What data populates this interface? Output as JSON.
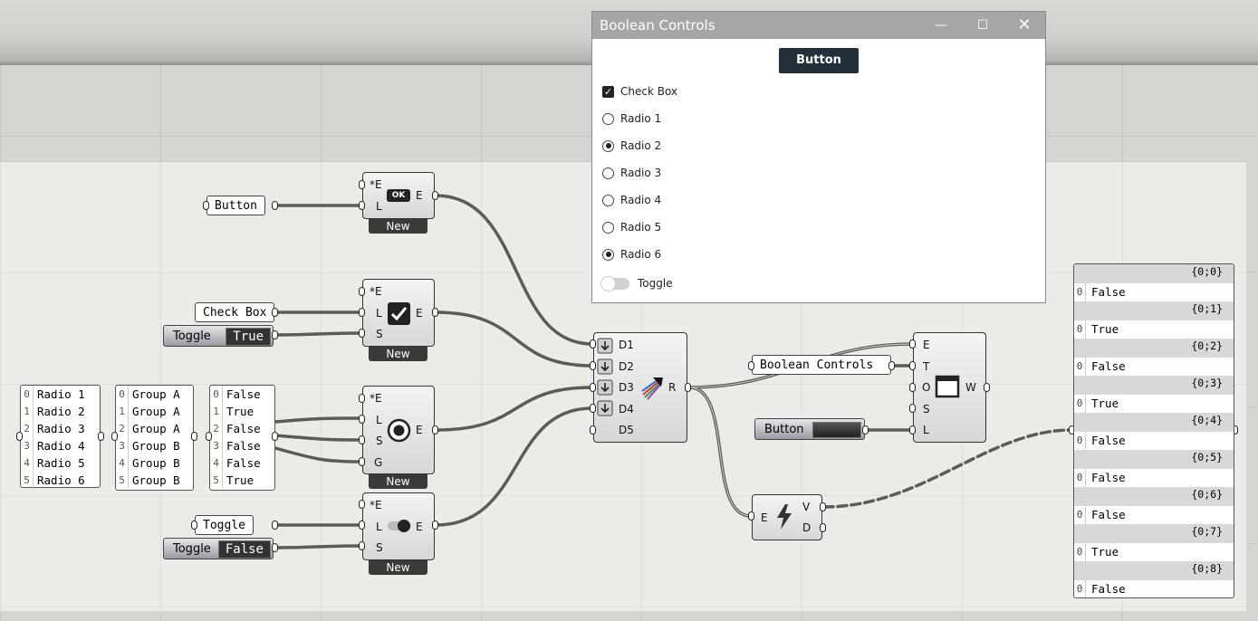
{
  "window": {
    "title": "Boolean Controls",
    "button_label": "Button",
    "checkbox_label": "Check Box",
    "radios": [
      {
        "label": "Radio 1",
        "checked": false
      },
      {
        "label": "Radio 2",
        "checked": true
      },
      {
        "label": "Radio 3",
        "checked": false
      },
      {
        "label": "Radio 4",
        "checked": false
      },
      {
        "label": "Radio 5",
        "checked": false
      },
      {
        "label": "Radio 6",
        "checked": true
      }
    ],
    "toggle_label": "Toggle"
  },
  "inputs": {
    "button_panel": "Button",
    "checkbox_panel": "Check Box",
    "toggle_panel": "Toggle",
    "toggle1": {
      "label": "Toggle",
      "value": "True"
    },
    "toggle2": {
      "label": "Toggle",
      "value": "False"
    },
    "radio_names": [
      "Radio 1",
      "Radio 2",
      "Radio 3",
      "Radio 4",
      "Radio 5",
      "Radio 6"
    ],
    "groups": [
      "Group A",
      "Group A",
      "Group A",
      "Group B",
      "Group B",
      "Group B"
    ],
    "states": [
      "False",
      "True",
      "False",
      "False",
      "False",
      "True"
    ],
    "indices": [
      "0",
      "1",
      "2",
      "3",
      "4",
      "5"
    ],
    "title_panel": "Boolean Controls",
    "button_toggle_label": "Button"
  },
  "components": {
    "new_label": "New",
    "ok_glyph": "OK",
    "port_E_star": "*E",
    "port_L": "L",
    "port_S": "S",
    "port_G": "G",
    "port_E": "E",
    "port_D1": "D1",
    "port_D2": "D2",
    "port_D3": "D3",
    "port_D4": "D4",
    "port_D5": "D5",
    "port_R": "R",
    "port_T": "T",
    "port_O": "O",
    "port_W": "W",
    "port_V": "V",
    "port_D": "D"
  },
  "output": {
    "items": [
      {
        "path": "{0;0}",
        "index": "0",
        "value": "False"
      },
      {
        "path": "{0;1}",
        "index": "0",
        "value": "True"
      },
      {
        "path": "{0;2}",
        "index": "0",
        "value": "False"
      },
      {
        "path": "{0;3}",
        "index": "0",
        "value": "True"
      },
      {
        "path": "{0;4}",
        "index": "0",
        "value": "False"
      },
      {
        "path": "{0;5}",
        "index": "0",
        "value": "False"
      },
      {
        "path": "{0;6}",
        "index": "0",
        "value": "False"
      },
      {
        "path": "{0;7}",
        "index": "0",
        "value": "True"
      },
      {
        "path": "{0;8}",
        "index": "0",
        "value": "False"
      }
    ]
  },
  "colors": {
    "wire": "#5e5a56",
    "window_title": "#a6a6a6",
    "button": "#233039"
  }
}
